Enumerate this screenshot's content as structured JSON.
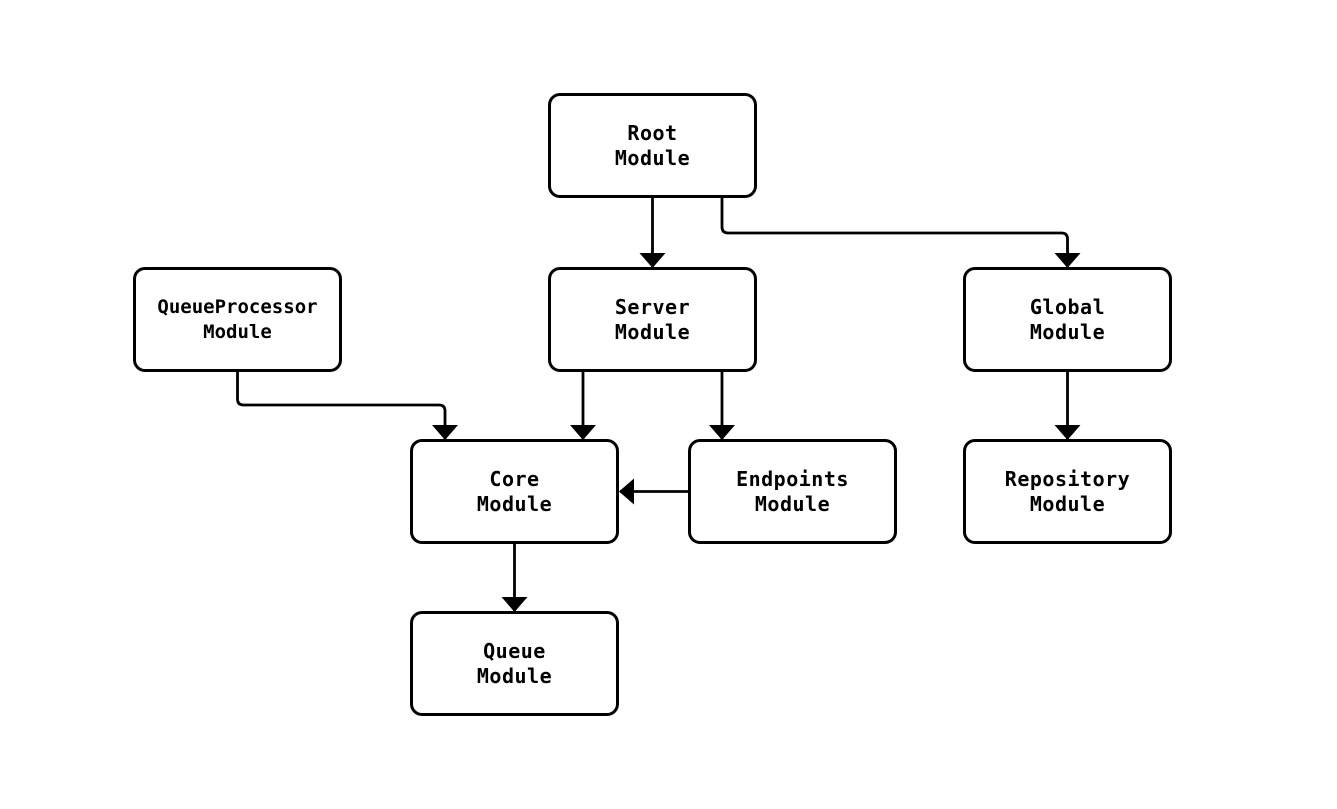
{
  "diagram": {
    "kind": "module-dependency-flowchart",
    "background_color": "#ffffff",
    "node_fill_color": "#ffffff",
    "node_border_color": "#000000",
    "edge_color": "#000000",
    "text_color": "#000000",
    "nodes": {
      "root": {
        "label": "Root\nModule"
      },
      "server": {
        "label": "Server\nModule"
      },
      "queue_processor": {
        "label": "QueueProcessor\nModule"
      },
      "global": {
        "label": "Global\nModule"
      },
      "core": {
        "label": "Core\nModule"
      },
      "endpoints": {
        "label": "Endpoints\nModule"
      },
      "repository": {
        "label": "Repository\nModule"
      },
      "queue": {
        "label": "Queue\nModule"
      }
    },
    "edges": [
      {
        "from": "Root Module",
        "to": "Server Module"
      },
      {
        "from": "Root Module",
        "to": "Global Module"
      },
      {
        "from": "QueueProcessor Module",
        "to": "Core Module"
      },
      {
        "from": "Server Module",
        "to": "Core Module"
      },
      {
        "from": "Server Module",
        "to": "Endpoints Module"
      },
      {
        "from": "Endpoints Module",
        "to": "Core Module"
      },
      {
        "from": "Global Module",
        "to": "Repository Module"
      },
      {
        "from": "Core Module",
        "to": "Queue Module"
      }
    ]
  }
}
